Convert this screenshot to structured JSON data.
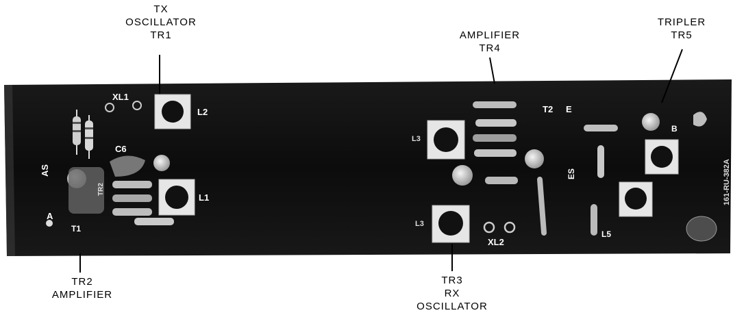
{
  "callouts": {
    "tx_osc": {
      "lines": [
        "TX",
        "OSCILLATOR",
        "TR1"
      ]
    },
    "amp_tr4": {
      "lines": [
        "AMPLIFIER",
        "TR4"
      ]
    },
    "tripler": {
      "lines": [
        "TRIPLER",
        "TR5"
      ]
    },
    "tr2_amp": {
      "lines": [
        "TR2",
        "AMPLIFIER"
      ]
    },
    "tr3_rx": {
      "lines": [
        "TR3",
        "RX",
        "OSCILLATOR"
      ]
    }
  },
  "board_labels": {
    "xl1": "XL1",
    "l2": "L2",
    "c6": "C6",
    "as": "AS",
    "tr2": "TR2",
    "l1": "L1",
    "a": "A",
    "t1": "T1",
    "l3_top": "L3",
    "l3_bottom": "L3",
    "t2": "T2",
    "e": "E",
    "xl2": "XL2",
    "es": "ES",
    "b": "B",
    "l5": "L5",
    "part_no": "161-RU-382A"
  }
}
